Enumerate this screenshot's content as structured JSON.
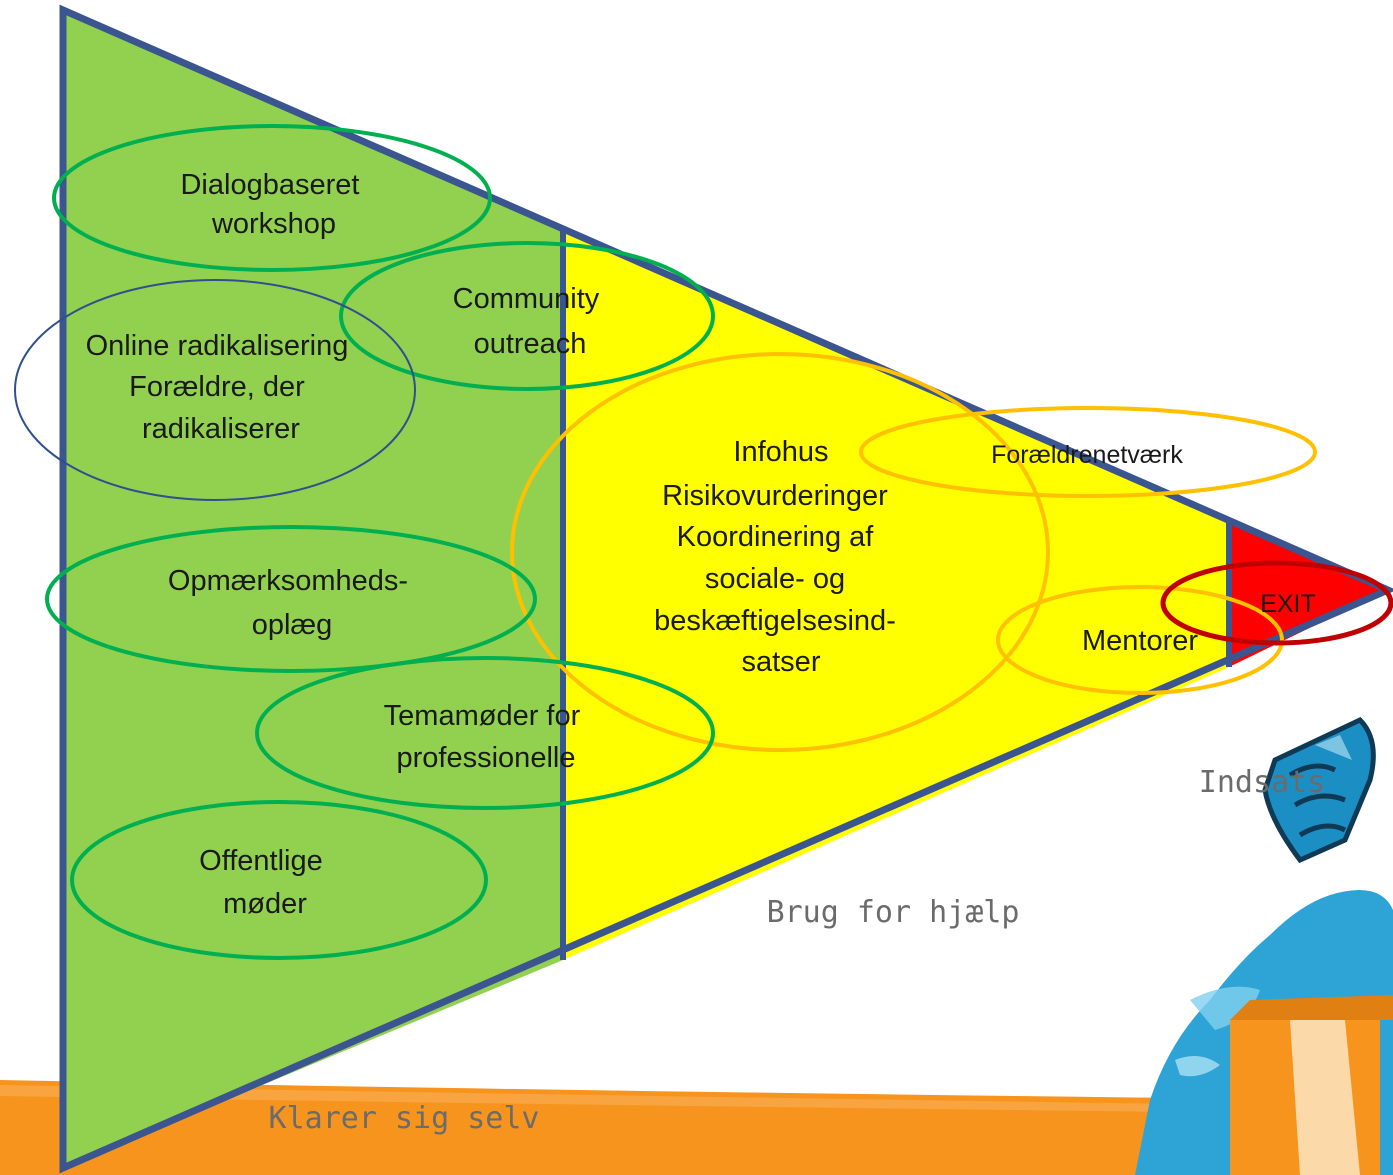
{
  "colors": {
    "green_zone": "#92d050",
    "yellow_zone": "#ffff00",
    "red_zone": "#ff0000",
    "outline": "#3a5590",
    "ring_green": "#00b050",
    "ring_blue": "#2f4f8f",
    "ring_orange": "#ffc000",
    "ring_red": "#c00000",
    "orange_band": "#f7941d",
    "splash_blue": "#2ea3d6"
  },
  "zones": {
    "self": "Klarer sig selv",
    "help": "Brug for hjælp",
    "action": "Indsats"
  },
  "bubbles": {
    "workshop": [
      "Dialogbaseret",
      "workshop"
    ],
    "community": [
      "Community",
      "outreach"
    ],
    "online": [
      "Online radikalisering",
      "Forældre, der",
      "radikaliserer"
    ],
    "awareness": [
      "Opmærksomheds-",
      "oplæg"
    ],
    "themes": [
      "Temamøder for",
      "professionelle"
    ],
    "public": [
      "Offentlige",
      "møder"
    ],
    "infohus": [
      "Infohus",
      "Risikovurderinger",
      "Koordinering af",
      "sociale- og",
      "beskæftigelsesind-",
      "satser"
    ],
    "parents_network": "Forældrenetværk",
    "mentors": "Mentorer",
    "exit": "EXIT"
  }
}
